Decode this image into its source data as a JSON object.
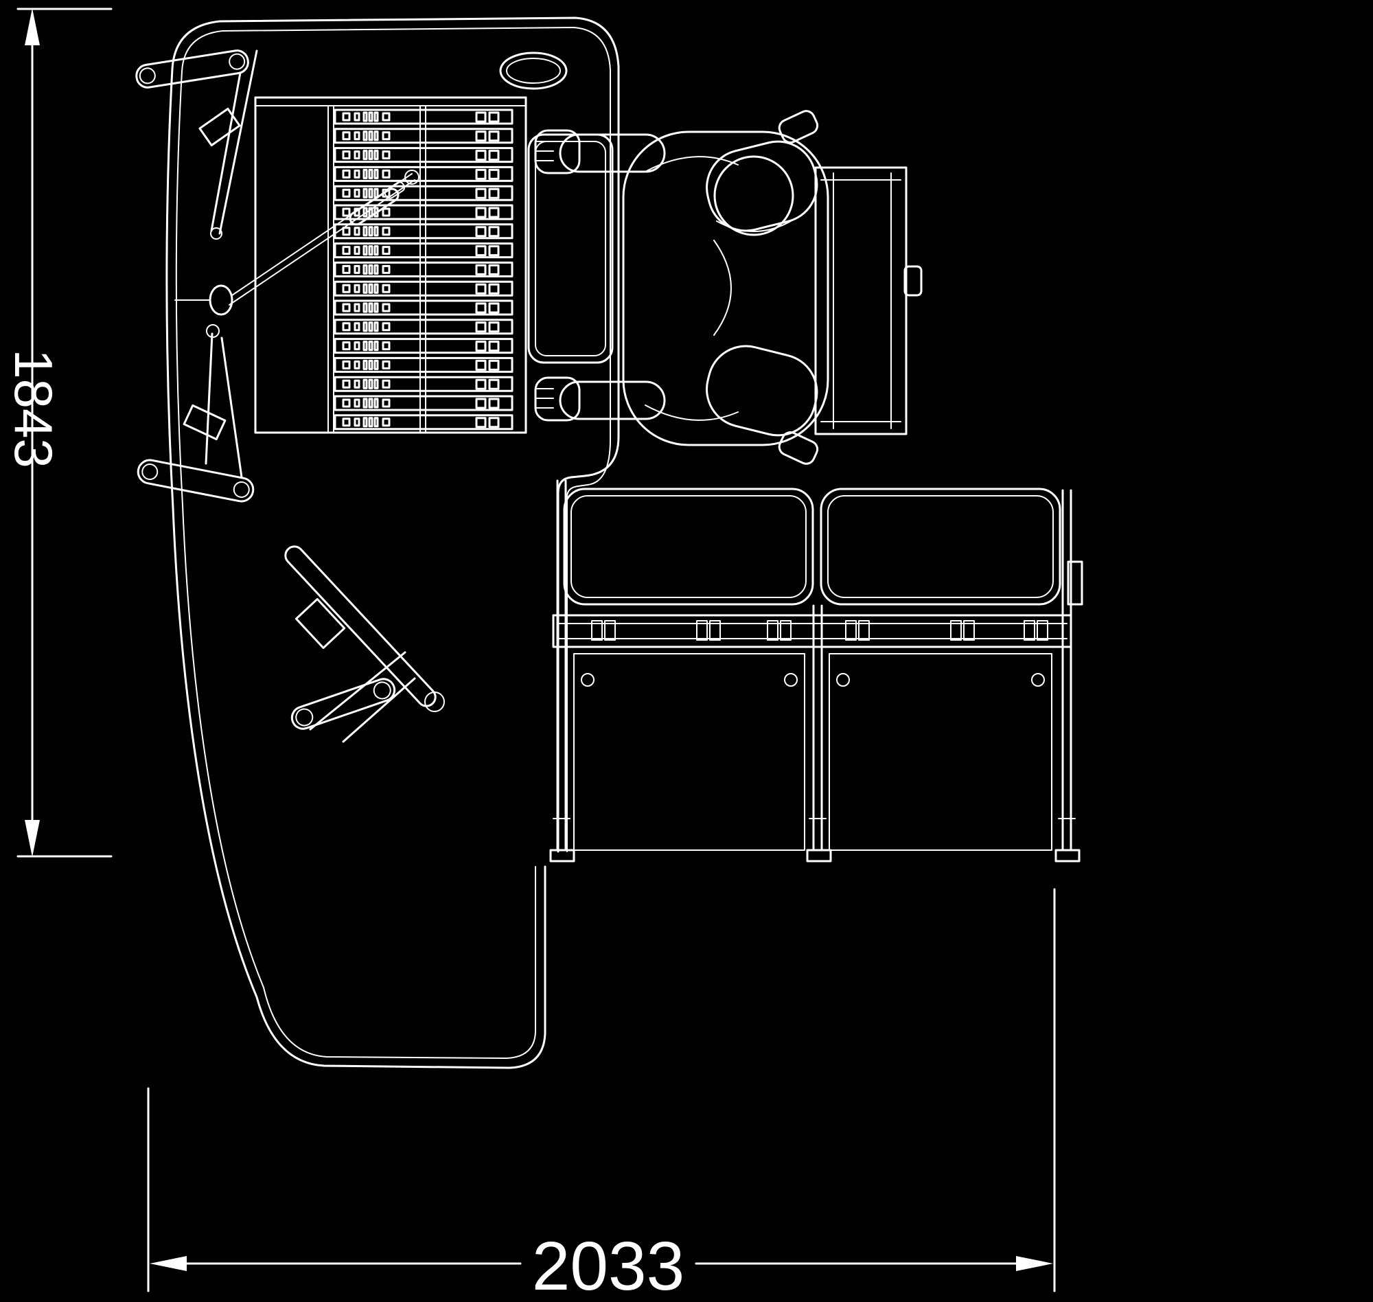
{
  "diagram": {
    "dimensions": {
      "height_mm": "1843",
      "width_mm": "2033"
    },
    "weight_stack": {
      "plate_count": 17
    },
    "colors": {
      "background": "#000000",
      "line": "#ffffff"
    }
  }
}
